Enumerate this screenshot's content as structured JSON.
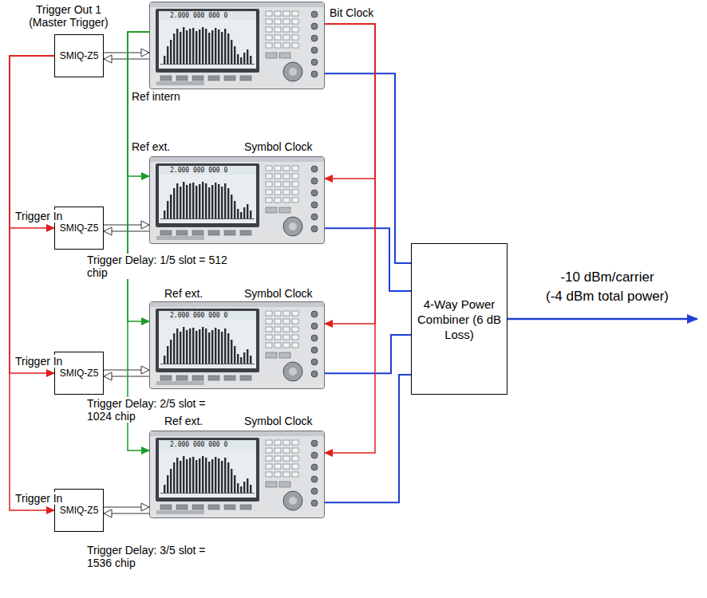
{
  "diagram": {
    "nodes": [
      {
        "text": [
          "2.000 000 000 0"
        ]
      },
      {
        "text": [
          "SMIQ-Z5"
        ]
      },
      {
        "text": [
          "2.000 000 000 0"
        ]
      },
      {
        "text": [
          "SMIQ-Z5"
        ]
      },
      {
        "text": [
          "2.000 000 000 0"
        ]
      },
      {
        "text": [
          "SMIQ-Z5"
        ]
      },
      {
        "text": [
          "2.000 000 000 0"
        ]
      },
      {
        "text": [
          "SMIQ-Z5"
        ]
      },
      {
        "text": [
          "4-Way Power Combiner (6 dB Loss)"
        ]
      }
    ],
    "edges": [
      {
        "from": 0,
        "to": 8,
        "arrow": "none"
      },
      {
        "from": 2,
        "to": 8,
        "arrow": "none"
      },
      {
        "from": 4,
        "to": 8,
        "arrow": "none"
      },
      {
        "from": 6,
        "to": 8,
        "arrow": "none"
      },
      {
        "from": 1,
        "to": 0,
        "arrow": "both"
      },
      {
        "from": 3,
        "to": 2,
        "arrow": "both"
      },
      {
        "from": 5,
        "to": 4,
        "arrow": "both"
      },
      {
        "from": 7,
        "to": 6,
        "arrow": "both"
      },
      {
        "from": 1,
        "to": 3,
        "arrow": "to"
      },
      {
        "from": 1,
        "to": 5,
        "arrow": "to"
      },
      {
        "from": 1,
        "to": 7,
        "arrow": "to"
      },
      {
        "from": 0,
        "to": 2,
        "arrow": "to"
      },
      {
        "from": 0,
        "to": 4,
        "arrow": "to"
      },
      {
        "from": 0,
        "to": 6,
        "arrow": "to"
      },
      {
        "from": 0,
        "to": 2,
        "arrow": "to"
      },
      {
        "from": 0,
        "to": 4,
        "arrow": "to"
      },
      {
        "from": 0,
        "to": 6,
        "arrow": "to"
      }
    ],
    "labels": [
      "Trigger Out 1 (Master Trigger)",
      "Bit Clock",
      "Ref intern",
      "Ref ext.",
      "Symbol Clock",
      "Trigger In",
      "Trigger Delay: 1/5 slot = 512 chip",
      "Ref ext.",
      "Symbol Clock",
      "Trigger In",
      "Trigger Delay: 2/5 slot = 1024 chip",
      "Ref ext.",
      "Symbol Clock",
      "Trigger In",
      "Trigger Delay: 3/5 slot = 1536 chip",
      "-10 dBm/carrier",
      "(-4 dBm total power)"
    ]
  }
}
